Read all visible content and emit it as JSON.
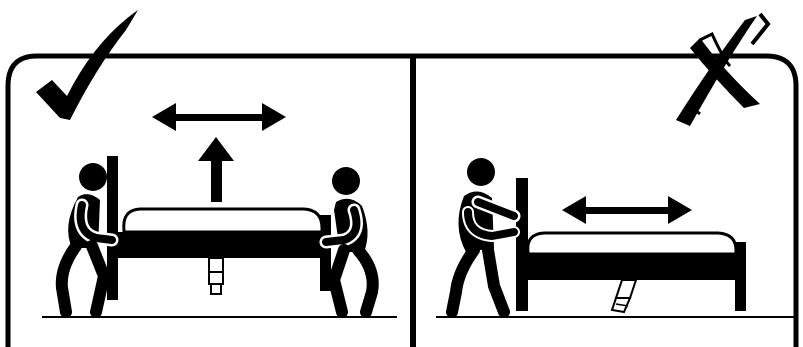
{
  "colors": {
    "ink": "#000000",
    "paper": "#ffffff",
    "leg": "#ffffff"
  },
  "panels": [
    {
      "id": "correct",
      "verdict": "correct",
      "verdict_icon": "checkmark-icon",
      "figures": [
        "person-left-lifting",
        "person-right-lifting"
      ],
      "arrows": [
        "horizontal-double-arrow-icon",
        "up-arrow-icon"
      ],
      "bed_leg": "straight"
    },
    {
      "id": "incorrect",
      "verdict": "incorrect",
      "verdict_icon": "cross-icon",
      "figures": [
        "person-pushing"
      ],
      "arrows": [
        "horizontal-double-arrow-icon"
      ],
      "bed_leg": "bent"
    }
  ]
}
